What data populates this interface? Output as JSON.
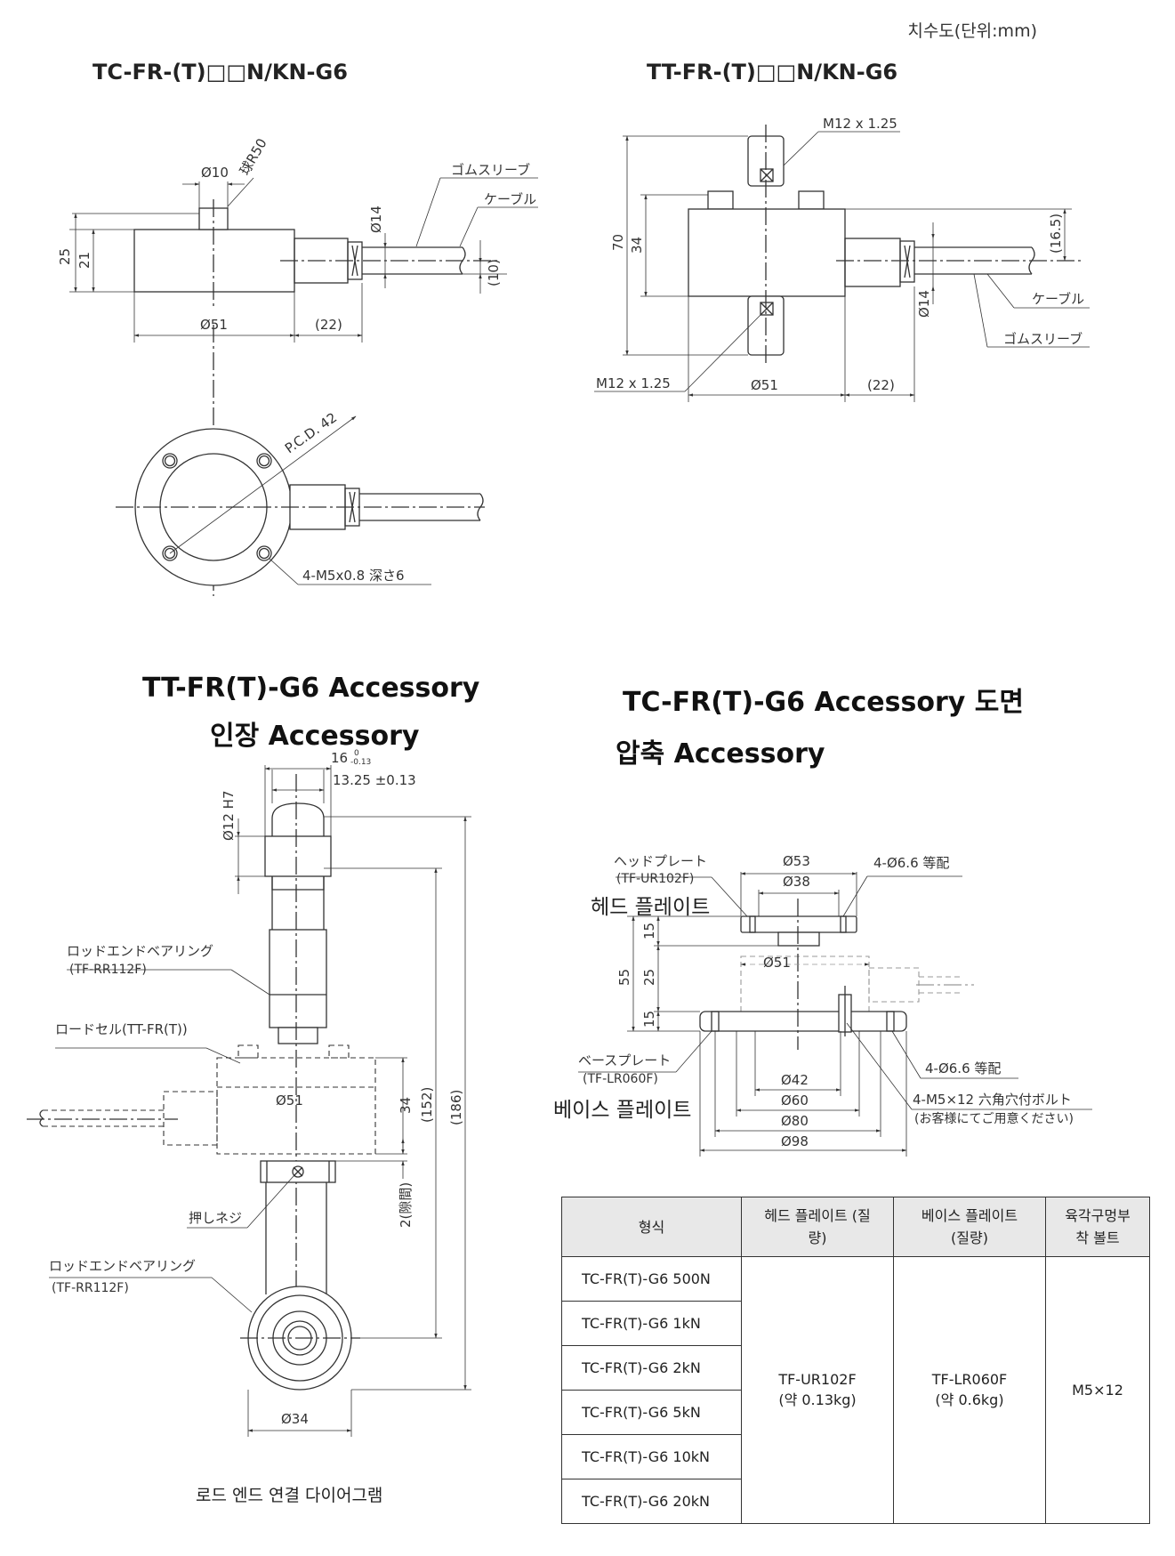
{
  "unit_note": "치수도(단위:mm)",
  "drawing_tc": {
    "title": "TC-FR-(T)□□N/KN-G6",
    "labels": {
      "d10": "Ø10",
      "sphere": "球R50",
      "rubber_sleeve": "ゴムスリーブ",
      "cable": "ケーブル",
      "d14": "Ø14",
      "h25": "25",
      "h21": "21",
      "p10": "(10)",
      "d51": "Ø51",
      "p22": "(22)",
      "pcd": "P.C.D. 42",
      "taps": "4-M5x0.8 深さ6"
    }
  },
  "drawing_tt": {
    "title": "TT-FR-(T)□□N/KN-G6",
    "labels": {
      "m12_top": "M12 x 1.25",
      "m12_bottom": "M12 x 1.25",
      "h70": "70",
      "h34": "34",
      "p165": "(16.5)",
      "cable": "ケーブル",
      "d14": "Ø14",
      "rubber_sleeve": "ゴムスリーブ",
      "d51": "Ø51",
      "p22": "(22)"
    }
  },
  "tension_accessory": {
    "title_line1": "TT-FR(T)-G6 Accessory",
    "title_line2": "인장 Accessory",
    "labels": {
      "w16": "16",
      "tol16_top": "0",
      "tol16_bot": "-0.13",
      "w1325": "13.25 ±0.13",
      "d12h7": "Ø12 H7",
      "rod_end_bearing": "ロッドエンドベアリング",
      "rod_end_code": "(TF-RR112F)",
      "loadcell": "ロードセル(TT-FR(T))",
      "d51": "Ø51",
      "h34": "34",
      "p152": "(152)",
      "p186": "(186)",
      "gap": "2(隙間)",
      "set_screw": "押しネジ",
      "rod_end_bearing2": "ロッドエンドベアリング",
      "rod_end_code2": "(TF-RR112F)",
      "d34": "Ø34"
    },
    "caption": "로드 엔드 연결 다이어그램"
  },
  "compression_accessory": {
    "title_line1": "TC-FR(T)-G6 Accessory 도면",
    "title_line2": "압축 Accessory",
    "labels": {
      "head_plate_jp": "ヘッドプレート",
      "head_plate_code": "(TF-UR102F)",
      "head_plate_kr": "헤드 플레이트",
      "d53": "Ø53",
      "d38": "Ø38",
      "holes_top": "4-Ø6.6 等配",
      "h15a": "15",
      "h25": "25",
      "h15b": "15",
      "h55": "55",
      "d51": "Ø51",
      "base_plate_jp": "ベースプレート",
      "base_plate_code": "(TF-LR060F)",
      "base_plate_kr": "베이스 플레이트",
      "d42": "Ø42",
      "d60": "Ø60",
      "d80": "Ø80",
      "d98": "Ø98",
      "holes_base": "4-Ø6.6 等配",
      "bolts": "4-M5×12 六角穴付ボルト",
      "bolts_note": "(お客様にてご用意ください)"
    }
  },
  "spec_table": {
    "headers": [
      "형식",
      "헤드 플레이트 (질량)",
      "베이스 플레이트 (질량)",
      "육각구멍부착 볼트"
    ],
    "header_lines": [
      [
        "형식"
      ],
      [
        "헤드 플레이트 (질",
        "량)"
      ],
      [
        "베이스 플레이트",
        "(질량)"
      ],
      [
        "육각구멍부",
        "착 볼트"
      ]
    ],
    "models": [
      "TC-FR(T)-G6 500N",
      "TC-FR(T)-G6 1kN",
      "TC-FR(T)-G6 2kN",
      "TC-FR(T)-G6 5kN",
      "TC-FR(T)-G6 10kN",
      "TC-FR(T)-G6 20kN"
    ],
    "head_plate": "TF-UR102F",
    "head_mass": "(약 0.13kg)",
    "base_plate": "TF-LR060F",
    "base_mass": "(약 0.6kg)",
    "bolt": "M5×12"
  }
}
